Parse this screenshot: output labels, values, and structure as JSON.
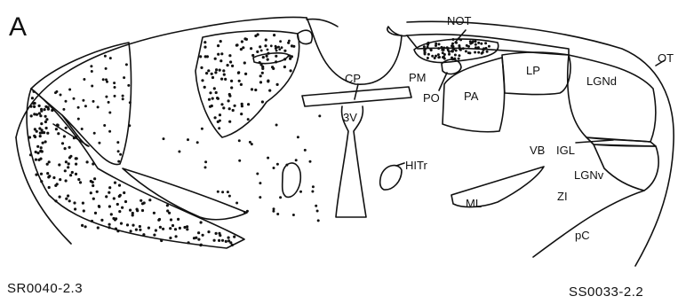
{
  "panel_letter": "A",
  "specimen_left": "SR0040-2.3",
  "specimen_right": "SS0033-2.2",
  "labels": {
    "NOT": "NOT",
    "OT": "OT",
    "CP": "CP",
    "PM": "PM",
    "PO": "PO",
    "PA": "PA",
    "LP": "LP",
    "LGNd": "LGNd",
    "3V": "3V",
    "HITr": "HITr",
    "VB": "VB",
    "IGL": "IGL",
    "LGNv": "LGNv",
    "ZI": "ZI",
    "ML": "ML",
    "pC": "pC"
  }
}
